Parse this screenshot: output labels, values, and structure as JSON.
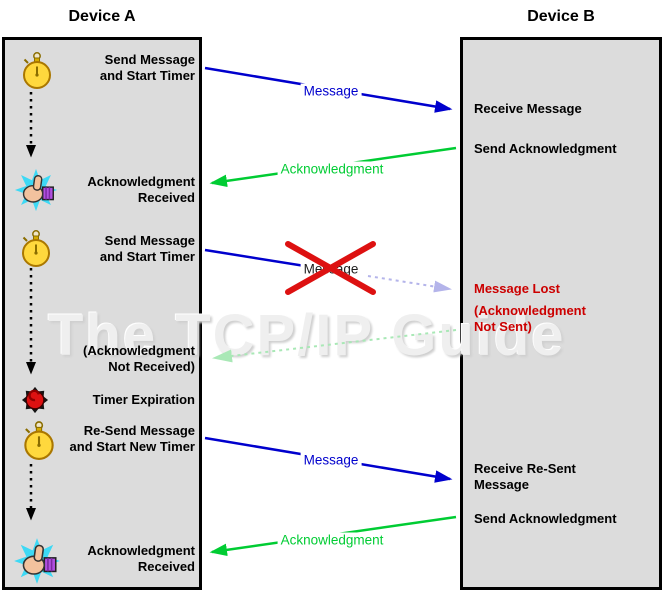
{
  "watermark": "The TCP/IP Guide",
  "device_a": {
    "title": "Device A",
    "events": [
      {
        "icon": "stopwatch-icon",
        "label": "Send Message\nand Start Timer"
      },
      {
        "icon": "thumbs-up-icon",
        "label": "Acknowledgment\nReceived"
      },
      {
        "icon": "stopwatch-icon",
        "label": "Send Message\nand Start Timer"
      },
      {
        "icon": "none",
        "label": "(Acknowledgment\nNot Received)"
      },
      {
        "icon": "timer-expired-icon",
        "label": "Timer Expiration"
      },
      {
        "icon": "stopwatch-icon",
        "label": "Re-Send Message\nand Start New Timer"
      },
      {
        "icon": "thumbs-up-icon",
        "label": "Acknowledgment\nReceived"
      }
    ]
  },
  "device_b": {
    "title": "Device B",
    "events": [
      {
        "label": "Receive Message",
        "status": "normal"
      },
      {
        "label": "Send Acknowledgment",
        "status": "normal"
      },
      {
        "label": "Message Lost",
        "status": "error"
      },
      {
        "label": "(Acknowledgment\nNot Sent)",
        "status": "error"
      },
      {
        "label": "Receive Re-Sent\nMessage",
        "status": "normal"
      },
      {
        "label": "Send Acknowledgment",
        "status": "normal"
      }
    ]
  },
  "arrows": [
    {
      "label": "Message",
      "kind": "message",
      "style": "solid"
    },
    {
      "label": "Acknowledgment",
      "kind": "ack",
      "style": "solid"
    },
    {
      "label": "Message",
      "kind": "message-lost",
      "style": "solid-then-dotted"
    },
    {
      "label": "",
      "kind": "ack-not-sent",
      "style": "dotted"
    },
    {
      "label": "Message",
      "kind": "message",
      "style": "solid"
    },
    {
      "label": "Acknowledgment",
      "kind": "ack",
      "style": "solid"
    }
  ],
  "colors": {
    "message_arrow": "#0000cd",
    "ack_arrow": "#00cc33",
    "lost_message_arrow": "#b4b4ea",
    "unsent_ack_arrow": "#a9e8b6",
    "timeline_arrow": "#000000",
    "error_text": "#cc0000",
    "lost_x": "#dd1111",
    "box_fill": "#dcdcdc",
    "box_border": "#000000"
  }
}
